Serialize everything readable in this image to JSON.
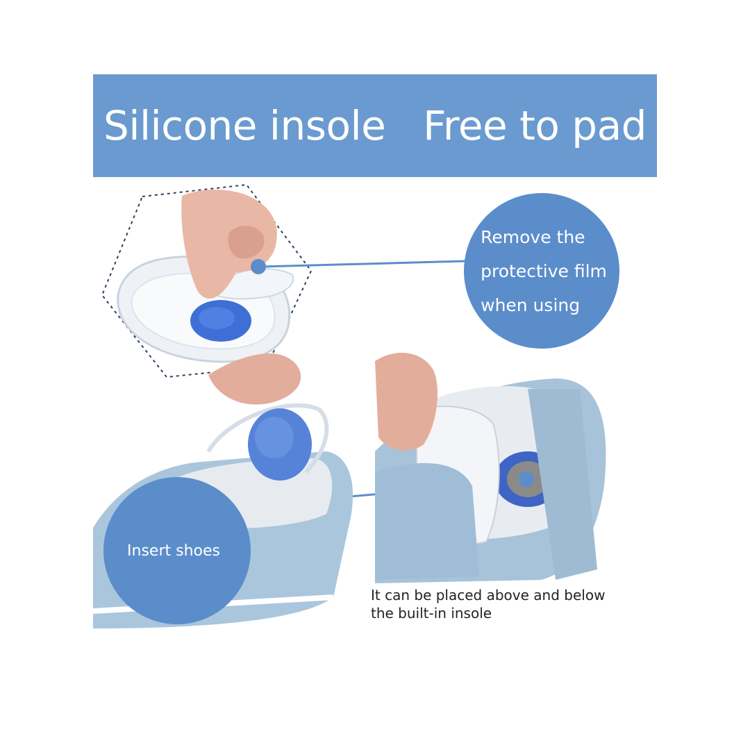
{
  "banner": {
    "title": "Silicone insole   Free to pad"
  },
  "callouts": {
    "remove_film": {
      "line1": "Remove the",
      "line2": "protective film",
      "line3": "when using"
    },
    "insert_shoes": "Insert shoes"
  },
  "caption": {
    "line1": "It can be placed above and below",
    "line2": "the built-in insole"
  },
  "colors": {
    "banner": "#6a9ad0",
    "callout": "#5b8dcb",
    "pad_blue": "#3f6fd6",
    "shoe": "#a9c6dd"
  }
}
